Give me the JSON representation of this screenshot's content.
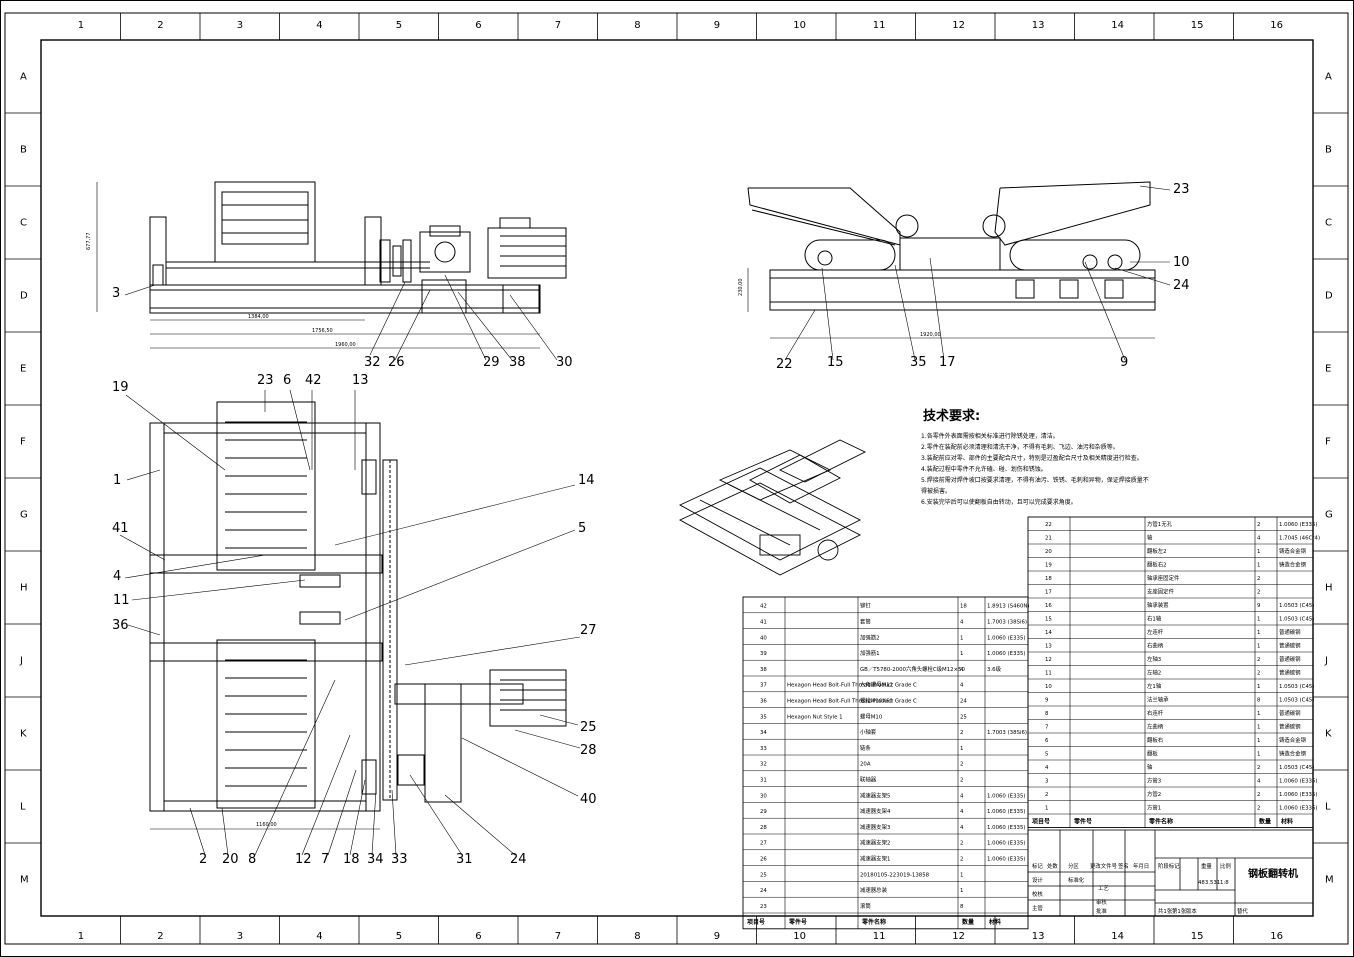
{
  "border": {
    "columns": [
      "1",
      "2",
      "3",
      "4",
      "5",
      "6",
      "7",
      "8",
      "9",
      "10",
      "11",
      "12",
      "13",
      "14",
      "15",
      "16"
    ],
    "rows": [
      "A",
      "B",
      "C",
      "D",
      "E",
      "F",
      "G",
      "H",
      "J",
      "K",
      "L",
      "M"
    ]
  },
  "front_view": {
    "callouts": [
      "3",
      "32",
      "26",
      "29",
      "38",
      "30"
    ],
    "dims": {
      "width1": "1384,00",
      "width2": "1756,50",
      "width3": "1960,00",
      "height": "677,77"
    }
  },
  "side_view": {
    "callouts": [
      "23",
      "10",
      "24",
      "22",
      "15",
      "35",
      "17",
      "9"
    ],
    "dims": {
      "width": "1920,00",
      "height": "230,00"
    }
  },
  "top_view": {
    "callouts": [
      "19",
      "23",
      "6",
      "42",
      "13",
      "1",
      "14",
      "41",
      "5",
      "4",
      "11",
      "36",
      "27",
      "25",
      "28",
      "40",
      "2",
      "20",
      "8",
      "12",
      "7",
      "18",
      "34",
      "33",
      "31",
      "24"
    ],
    "dims": {
      "width": "1160,00"
    }
  },
  "tech": {
    "title": "技术要求:",
    "lines": [
      "1.各零件外表面需按相关标准进行除锈处理，清洁。",
      "2.零件在装配前必须清理和清洗干净，不得有毛刺、飞边、油污和杂质等。",
      "3.装配前应对零、部件的主要配合尺寸，特别是过盈配合尺寸及相关精度进行检查。",
      "4.装配过程中零件不允许磕、碰、划伤和锈蚀。",
      "5.焊接前需对焊件坡口按要求清理，不得有油污、铁锈、毛刺和异物，保证焊接质量不",
      "  得被损害。",
      "6.安装完毕后可以使翻板自由转动，且可以完成要求角度。"
    ]
  },
  "bom_left": {
    "header": [
      "项目号",
      "零件号",
      "零件名称",
      "数量",
      "材料"
    ],
    "rows": [
      [
        "42",
        "",
        "铆钉",
        "18",
        "1.8913 (S460N)"
      ],
      [
        "41",
        "",
        "套筒",
        "4",
        "1.7003 (38Si6)"
      ],
      [
        "40",
        "",
        "加强筋2",
        "1",
        "1.0060 (E335)"
      ],
      [
        "39",
        "",
        "加强筋1",
        "1",
        "1.0060 (E335)"
      ],
      [
        "38",
        "",
        "GB／T5780-2000六角头螺栓C级M12×50",
        "4",
        "3.6级"
      ],
      [
        "37",
        "Hexagon Head Bolt-Full Thread-Product Grade C",
        "六角螺母M12",
        "4",
        ""
      ],
      [
        "36",
        "Hexagon Head Bolt-Full Thread-Product Grade C",
        "螺栓M10X60",
        "24",
        ""
      ],
      [
        "35",
        "Hexagon Nut Style 1",
        "螺母M10",
        "25",
        ""
      ],
      [
        "34",
        "",
        "小轴套",
        "2",
        "1.7003 (38Si6)"
      ],
      [
        "33",
        "",
        "链条",
        "1",
        ""
      ],
      [
        "32",
        "",
        "20A",
        "2",
        ""
      ],
      [
        "31",
        "",
        "联轴器",
        "2",
        ""
      ],
      [
        "30",
        "",
        "减速器支架5",
        "4",
        "1.0060 (E335)"
      ],
      [
        "29",
        "",
        "减速器支架4",
        "4",
        "1.0060 (E335)"
      ],
      [
        "28",
        "",
        "减速器支架3",
        "4",
        "1.0060 (E335)"
      ],
      [
        "27",
        "",
        "减速器支架2",
        "2",
        "1.0060 (E335)"
      ],
      [
        "26",
        "",
        "减速器支架1",
        "2",
        "1.0060 (E335)"
      ],
      [
        "25",
        "",
        "20180105-223019-13858",
        "1",
        ""
      ],
      [
        "24",
        "",
        "减速器总装",
        "1",
        ""
      ],
      [
        "23",
        "",
        "滚筒",
        "8",
        ""
      ]
    ]
  },
  "bom_right": {
    "header": [
      "项目号",
      "零件号",
      "零件名称",
      "数量",
      "材料"
    ],
    "rows": [
      [
        "22",
        "",
        "方管1无孔",
        "2",
        "1.0060 (E335)"
      ],
      [
        "21",
        "",
        "轴",
        "4",
        "1.7045 (46Cr4)"
      ],
      [
        "20",
        "",
        "翻板左2",
        "1",
        "铸造合金钢"
      ],
      [
        "19",
        "",
        "翻板右2",
        "1",
        "铸造合金钢"
      ],
      [
        "18",
        "",
        "轴承座固定件",
        "2",
        ""
      ],
      [
        "17",
        "",
        "支座固定件",
        "2",
        ""
      ],
      [
        "16",
        "",
        "轴承装置",
        "9",
        "1.0503 (C45)"
      ],
      [
        "15",
        "",
        "右1轴",
        "1",
        "1.0503 (C45)"
      ],
      [
        "14",
        "",
        "左连杆",
        "1",
        "普通碳钢"
      ],
      [
        "13",
        "",
        "右曲柄",
        "1",
        "普通碳钢"
      ],
      [
        "12",
        "",
        "左轴3",
        "2",
        "普通碳钢"
      ],
      [
        "11",
        "",
        "左轴2",
        "2",
        "普通碳钢"
      ],
      [
        "10",
        "",
        "左1轴",
        "1",
        "1.0503 (C45)"
      ],
      [
        "9",
        "",
        "法兰轴承",
        "8",
        "1.0503 (C45)"
      ],
      [
        "8",
        "",
        "右连杆",
        "1",
        "普通碳钢"
      ],
      [
        "7",
        "",
        "左曲柄",
        "1",
        "普通碳钢"
      ],
      [
        "6",
        "",
        "翻板右",
        "1",
        "铸造合金钢"
      ],
      [
        "5",
        "",
        "翻板",
        "1",
        "铸造合金钢"
      ],
      [
        "4",
        "",
        "轴",
        "2",
        "1.0503 (C45)"
      ],
      [
        "3",
        "",
        "方管3",
        "4",
        "1.0060 (E335)"
      ],
      [
        "2",
        "",
        "方管2",
        "2",
        "1.0060 (E335)"
      ],
      [
        "1",
        "",
        "方管1",
        "2",
        "1.0060 (E335)"
      ]
    ]
  },
  "title_block": {
    "title": "钢板翻转机",
    "labels": [
      "标记",
      "处数",
      "分区",
      "更改文件号",
      "签名",
      "年月日",
      "设计",
      "标准化",
      "校核",
      "工艺",
      "主管",
      "审核",
      "批准",
      "阶段标记",
      "重量",
      "比例",
      "共1张",
      "第1张",
      "版本",
      "替代"
    ],
    "weight": "483.531",
    "scale": "1:8"
  }
}
